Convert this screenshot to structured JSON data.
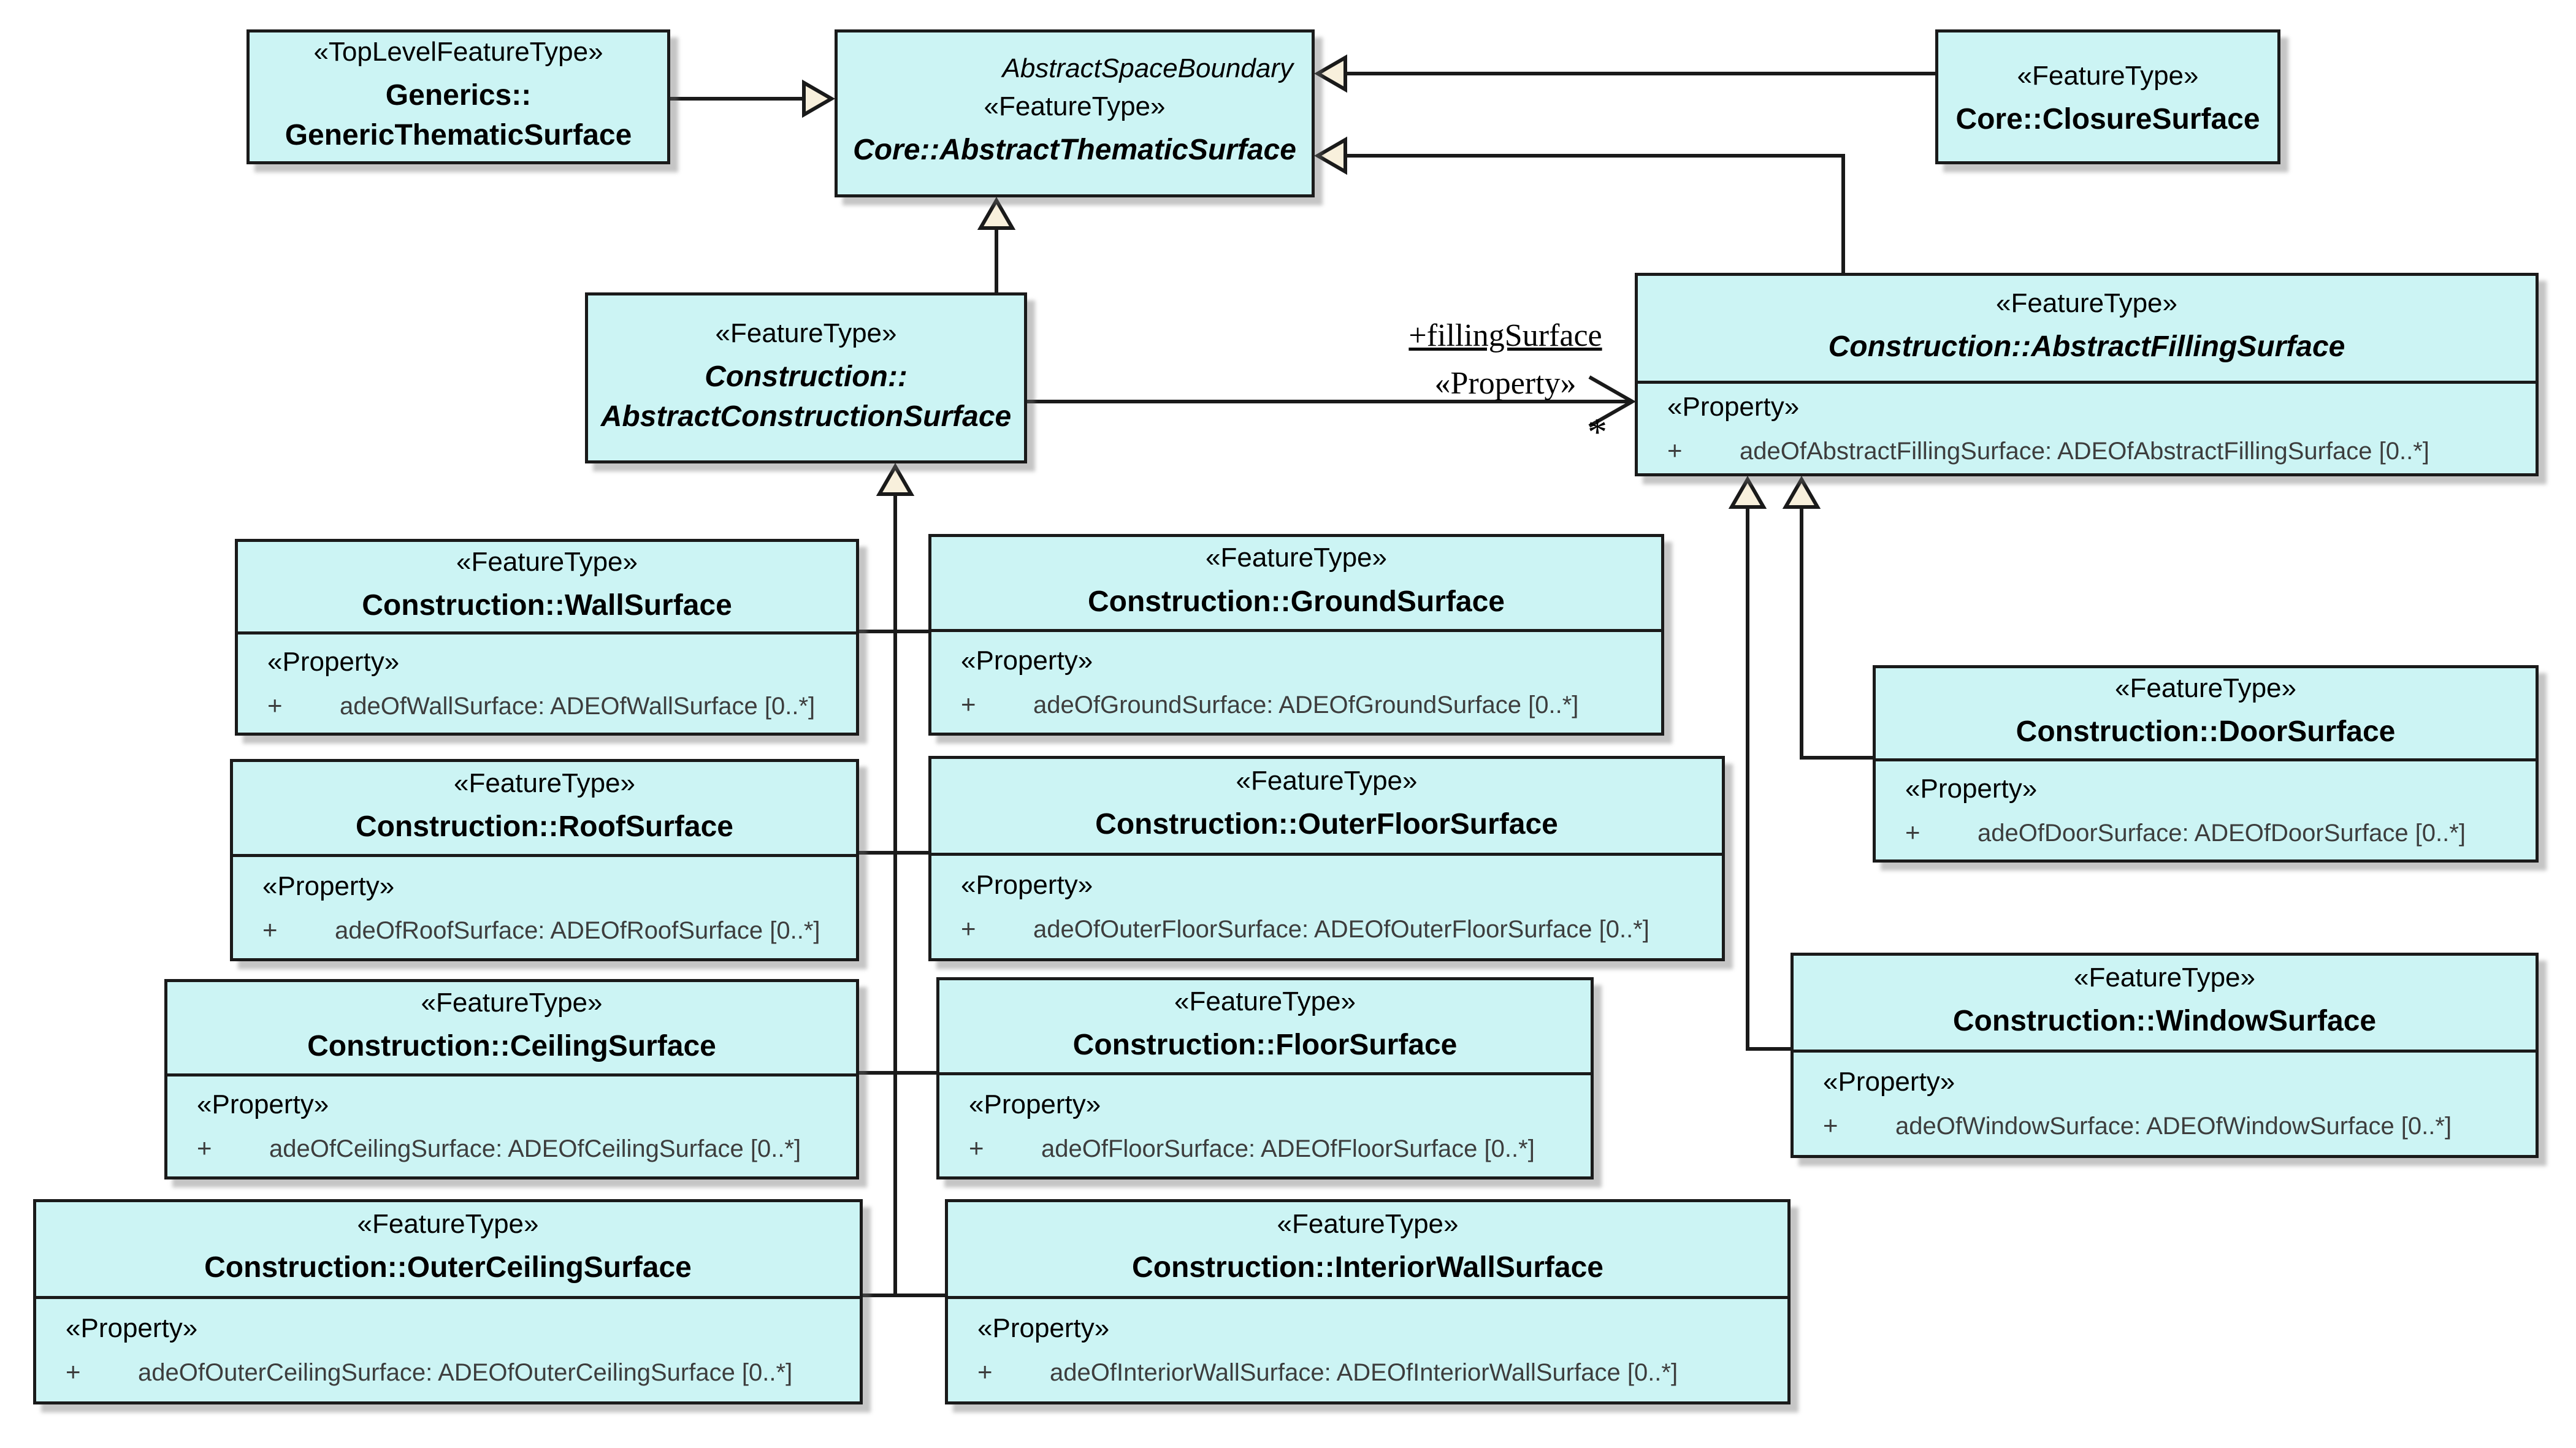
{
  "diagram": {
    "kind": "UML class diagram",
    "colors": {
      "box_fill": "#ccf4f4",
      "box_border": "#1a1a1a",
      "triangle_fill": "#f8f0dc",
      "connector": "#1a1a1a",
      "property_text": "#3d3d3d"
    }
  },
  "classes": [
    {
      "id": "generic-thematic-surface",
      "stereotype": "«TopLevelFeatureType»",
      "name": "Generics::\nGenericThematicSurface"
    },
    {
      "id": "abstract-thematic-surface",
      "parent_label": "AbstractSpaceBoundary",
      "stereotype": "«FeatureType»",
      "name": "Core::AbstractThematicSurface"
    },
    {
      "id": "closure-surface",
      "stereotype": "«FeatureType»",
      "name": "Core::ClosureSurface"
    },
    {
      "id": "abstract-construction-surface",
      "stereotype": "«FeatureType»",
      "name": "Construction::\nAbstractConstructionSurface"
    },
    {
      "id": "abstract-filling-surface",
      "stereotype": "«FeatureType»",
      "name": "Construction::AbstractFillingSurface",
      "property_stereotype": "«Property»",
      "visibility": "+",
      "property": "adeOfAbstractFillingSurface: ADEOfAbstractFillingSurface [0..*]"
    },
    {
      "id": "wall-surface",
      "stereotype": "«FeatureType»",
      "name": "Construction::WallSurface",
      "property_stereotype": "«Property»",
      "visibility": "+",
      "property": "adeOfWallSurface: ADEOfWallSurface [0..*]"
    },
    {
      "id": "ground-surface",
      "stereotype": "«FeatureType»",
      "name": "Construction::GroundSurface",
      "property_stereotype": "«Property»",
      "visibility": "+",
      "property": "adeOfGroundSurface: ADEOfGroundSurface [0..*]"
    },
    {
      "id": "roof-surface",
      "stereotype": "«FeatureType»",
      "name": "Construction::RoofSurface",
      "property_stereotype": "«Property»",
      "visibility": "+",
      "property": "adeOfRoofSurface: ADEOfRoofSurface [0..*]"
    },
    {
      "id": "outer-floor-surface",
      "stereotype": "«FeatureType»",
      "name": "Construction::OuterFloorSurface",
      "property_stereotype": "«Property»",
      "visibility": "+",
      "property": "adeOfOuterFloorSurface: ADEOfOuterFloorSurface [0..*]"
    },
    {
      "id": "ceiling-surface",
      "stereotype": "«FeatureType»",
      "name": "Construction::CeilingSurface",
      "property_stereotype": "«Property»",
      "visibility": "+",
      "property": "adeOfCeilingSurface: ADEOfCeilingSurface [0..*]"
    },
    {
      "id": "floor-surface",
      "stereotype": "«FeatureType»",
      "name": "Construction::FloorSurface",
      "property_stereotype": "«Property»",
      "visibility": "+",
      "property": "adeOfFloorSurface: ADEOfFloorSurface [0..*]"
    },
    {
      "id": "outer-ceiling-surface",
      "stereotype": "«FeatureType»",
      "name": "Construction::OuterCeilingSurface",
      "property_stereotype": "«Property»",
      "visibility": "+",
      "property": "adeOfOuterCeilingSurface: ADEOfOuterCeilingSurface [0..*]"
    },
    {
      "id": "interior-wall-surface",
      "stereotype": "«FeatureType»",
      "name": "Construction::InteriorWallSurface",
      "property_stereotype": "«Property»",
      "visibility": "+",
      "property": "adeOfInteriorWallSurface: ADEOfInteriorWallSurface [0..*]"
    },
    {
      "id": "door-surface",
      "stereotype": "«FeatureType»",
      "name": "Construction::DoorSurface",
      "property_stereotype": "«Property»",
      "visibility": "+",
      "property": "adeOfDoorSurface: ADEOfDoorSurface [0..*]"
    },
    {
      "id": "window-surface",
      "stereotype": "«FeatureType»",
      "name": "Construction::WindowSurface",
      "property_stereotype": "«Property»",
      "visibility": "+",
      "property": "adeOfWindowSurface: ADEOfWindowSurface [0..*]"
    }
  ],
  "association": {
    "role_label": "+fillingSurface",
    "stereotype_label": "«Property»",
    "multiplicity": "*"
  }
}
